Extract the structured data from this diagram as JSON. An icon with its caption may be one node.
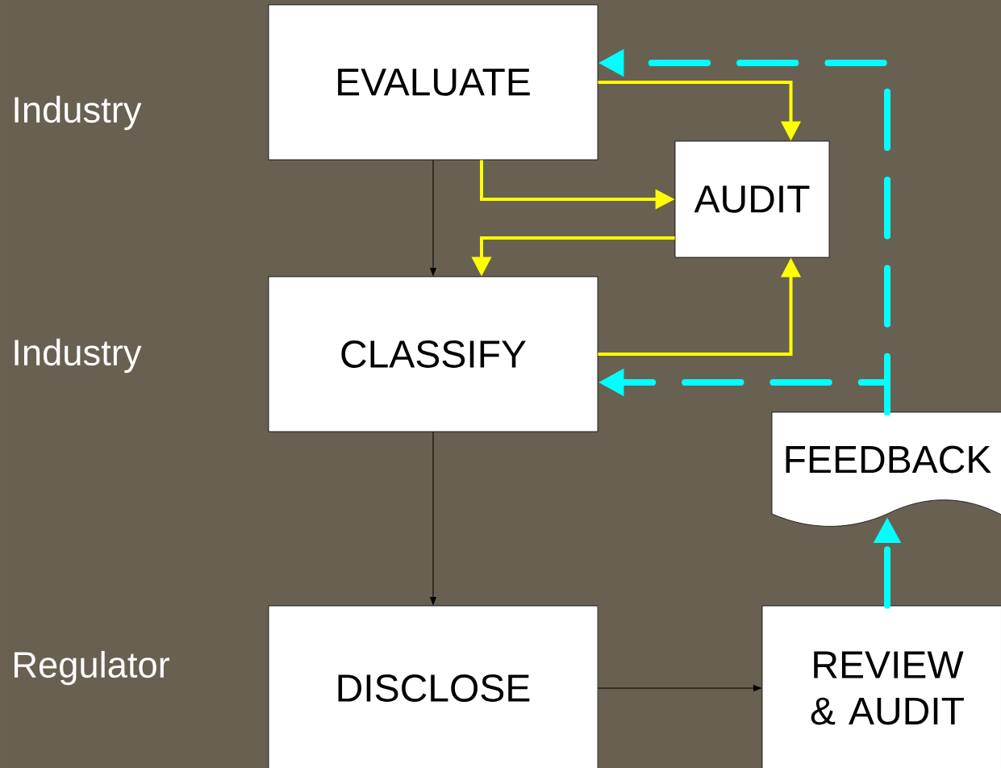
{
  "diagram": {
    "nodes": [
      {
        "text": [
          "EVALUATE"
        ]
      },
      {
        "text": [
          "AUDIT"
        ]
      },
      {
        "text": [
          "CLASSIFY"
        ]
      },
      {
        "text": [
          "FEEDBACK"
        ]
      },
      {
        "text": [
          "DISCLOSE"
        ]
      },
      {
        "text": [
          "REVIEW & AUDIT"
        ]
      }
    ],
    "edges": [
      {
        "from": 0,
        "to": 2,
        "arrow": "to",
        "color": "#000000"
      },
      {
        "from": 0,
        "to": 1,
        "arrow": "to",
        "color": "#ffff00"
      },
      {
        "from": 0,
        "to": 1,
        "arrow": "to",
        "color": "#ffff00"
      },
      {
        "from": 1,
        "to": 2,
        "arrow": "to",
        "color": "#ffff00"
      },
      {
        "from": 2,
        "to": 1,
        "arrow": "to",
        "color": "#ffff00"
      },
      {
        "from": 3,
        "to": 0,
        "arrow": "to",
        "style": "dashed",
        "color": "#00ffff"
      },
      {
        "from": 3,
        "to": 2,
        "arrow": "to",
        "style": "dashed",
        "color": "#00ffff"
      },
      {
        "from": 5,
        "to": 3,
        "arrow": "to",
        "style": "dashed",
        "color": "#00ffff"
      },
      {
        "from": 2,
        "to": 4,
        "arrow": "to",
        "color": "#000000"
      },
      {
        "from": 4,
        "to": 5,
        "arrow": "to",
        "color": "#000000"
      }
    ],
    "labels": [
      "Industry",
      "Industry",
      "Regulator"
    ]
  }
}
